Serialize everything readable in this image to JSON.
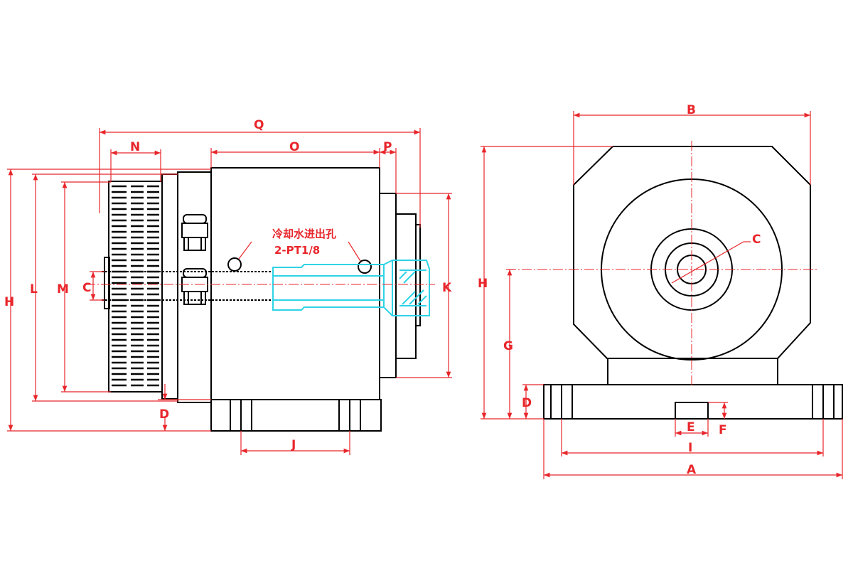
{
  "note": {
    "line1": "冷却水进出孔",
    "line2": "2-PT1/8"
  },
  "side_view_labels": {
    "Q": "Q",
    "N": "N",
    "O": "O",
    "P": "P",
    "H": "H",
    "L": "L",
    "M": "M",
    "C": "C",
    "K": "K",
    "D": "D",
    "J": "J"
  },
  "front_view_labels": {
    "B": "B",
    "C": "C",
    "H": "H",
    "G": "G",
    "D": "D",
    "E": "E",
    "F": "F",
    "I": "I",
    "A": "A"
  },
  "colors": {
    "outline": "#000000",
    "dimension": "#e8262b",
    "collet": "#2fd3e6"
  }
}
